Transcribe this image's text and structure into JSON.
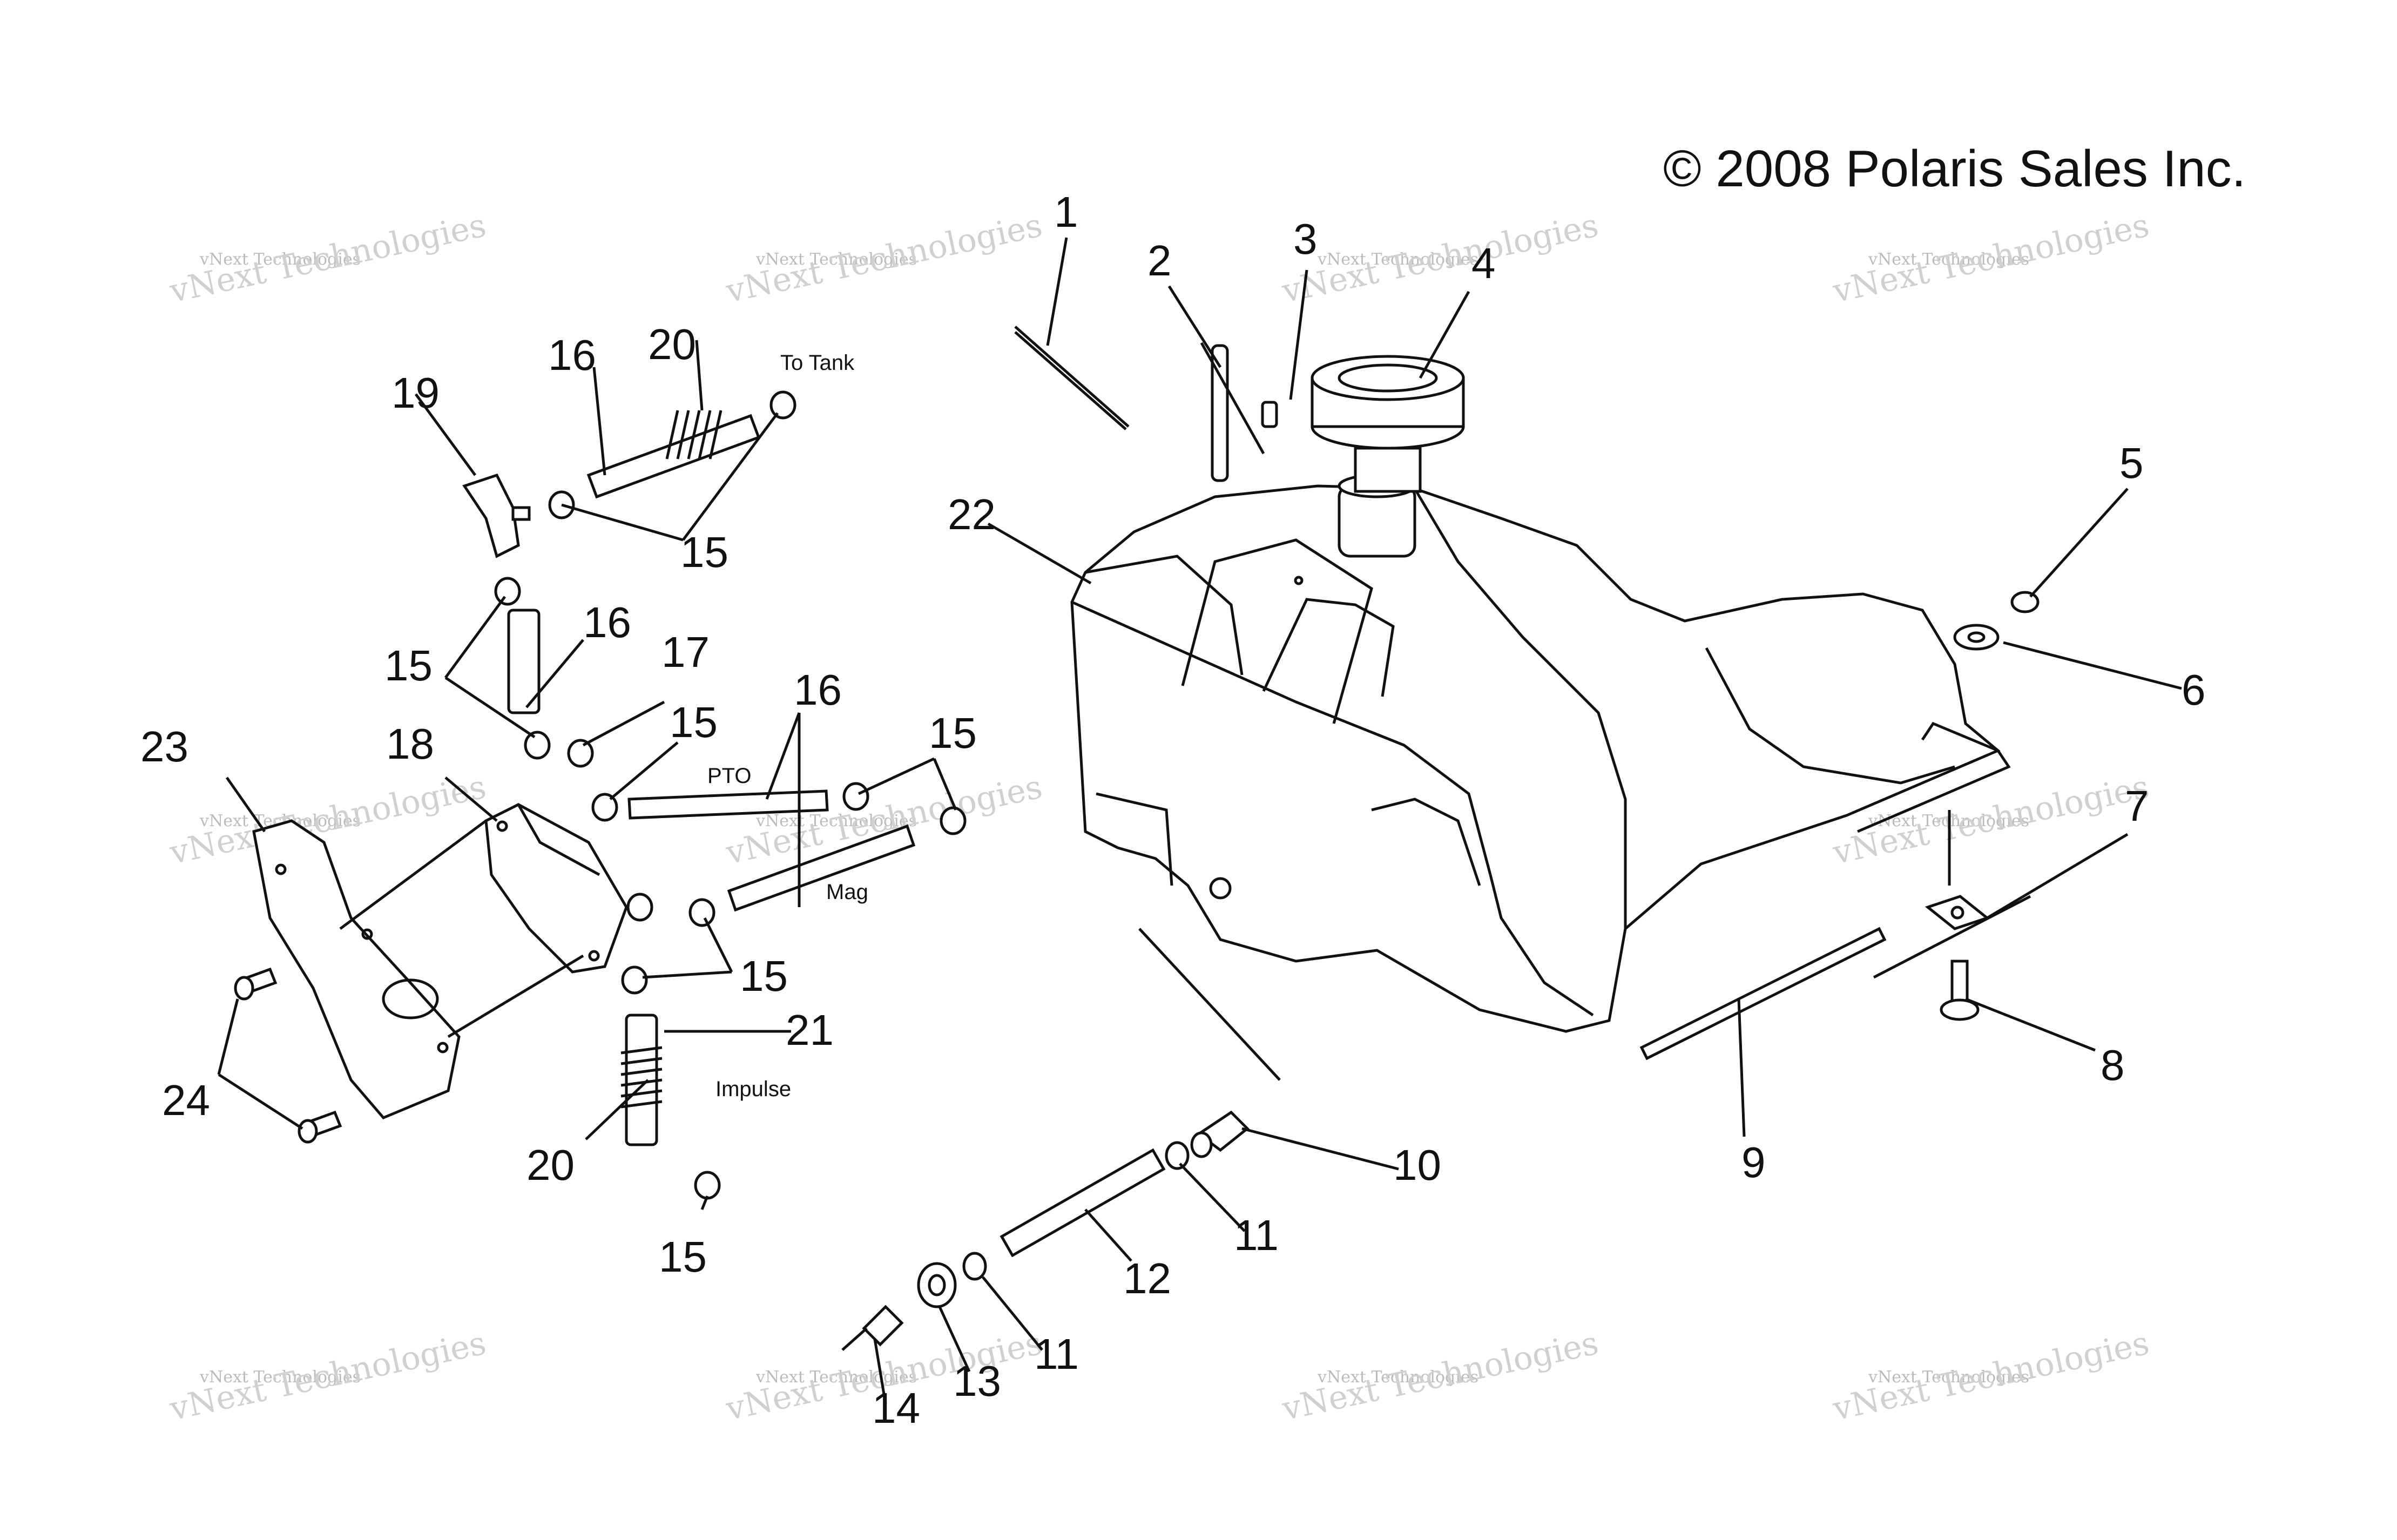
{
  "copyright": "© 2008 Polaris Sales Inc.",
  "watermark": {
    "line1": "vNext Technologies",
    "line2": "vNext Technologies"
  },
  "callouts": {
    "c1": "1",
    "c2": "2",
    "c3": "3",
    "c4": "4",
    "c5": "5",
    "c6": "6",
    "c7": "7",
    "c8": "8",
    "c9": "9",
    "c10": "10",
    "c11a": "11",
    "c11b": "11",
    "c12": "12",
    "c13": "13",
    "c14": "14",
    "c15a": "15",
    "c15b": "15",
    "c15c": "15",
    "c15d": "15",
    "c15e": "15",
    "c15f": "15",
    "c16a": "16",
    "c16b": "16",
    "c16c": "16",
    "c17": "17",
    "c18": "18",
    "c19": "19",
    "c20a": "20",
    "c20b": "20",
    "c21": "21",
    "c22": "22",
    "c23": "23",
    "c24": "24"
  },
  "hose_labels": {
    "to_tank": "To Tank",
    "pto": "PTO",
    "mag": "Mag",
    "impulse": "Impulse"
  }
}
